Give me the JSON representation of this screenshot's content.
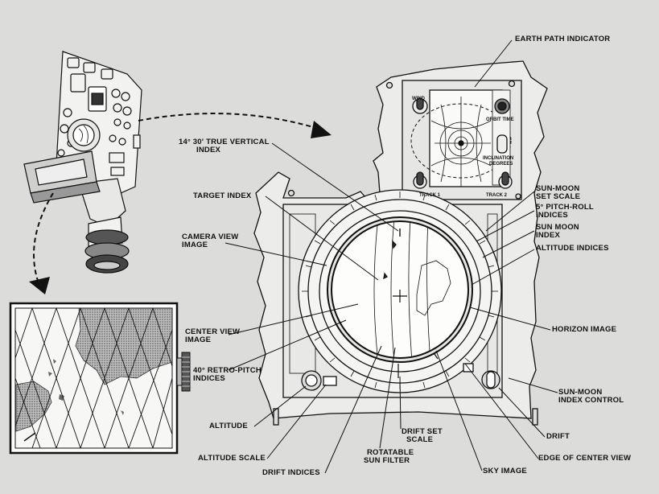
{
  "callouts": {
    "earth_path_indicator": "EARTH PATH INDICATOR",
    "true_vertical_index_1": "14° 30' TRUE VERTICAL",
    "true_vertical_index_2": "INDEX",
    "target_index": "TARGET INDEX",
    "camera_view_image_1": "CAMERA VIEW",
    "camera_view_image_2": "IMAGE",
    "center_view_image_1": "CENTER VIEW",
    "center_view_image_2": "IMAGE",
    "retro_pitch_indices_1": "40° RETRO-PITCH",
    "retro_pitch_indices_2": "INDICES",
    "altitude": "ALTITUDE",
    "altitude_scale": "ALTITUDE SCALE",
    "drift_indices": "DRIFT INDICES",
    "rotatable_sun_filter_1": "ROTATABLE",
    "rotatable_sun_filter_2": "SUN FILTER",
    "drift_set_scale_1": "DRIFT SET",
    "drift_set_scale_2": "SCALE",
    "sky_image": "SKY IMAGE",
    "edge_of_center_view": "EDGE OF CENTER VIEW",
    "drift": "DRIFT",
    "sun_moon_index_control_1": "SUN-MOON",
    "sun_moon_index_control_2": "INDEX CONTROL",
    "horizon_image": "HORIZON IMAGE",
    "altitude_indices": "ALTITUDE INDICES",
    "sun_moon_index_1": "SUN MOON",
    "sun_moon_index_2": "INDEX",
    "pitch_roll_indices_1": "5° PITCH-ROLL",
    "pitch_roll_indices_2": "INDICES",
    "sun_moon_set_scale_1": "SUN-MOON",
    "sun_moon_set_scale_2": "SET SCALE"
  },
  "panel_labels": {
    "wind": "WIND",
    "orbit_time": "ORBIT TIME",
    "inclination_1": "INCLINATION",
    "inclination_2": "DEGREES",
    "track_1": "TRACK 1",
    "track_2": "TRACK 2"
  },
  "colors": {
    "background": "#dcdcda",
    "ink": "#111111",
    "panel": "#ececea",
    "map_land": "#9a9a9a"
  }
}
